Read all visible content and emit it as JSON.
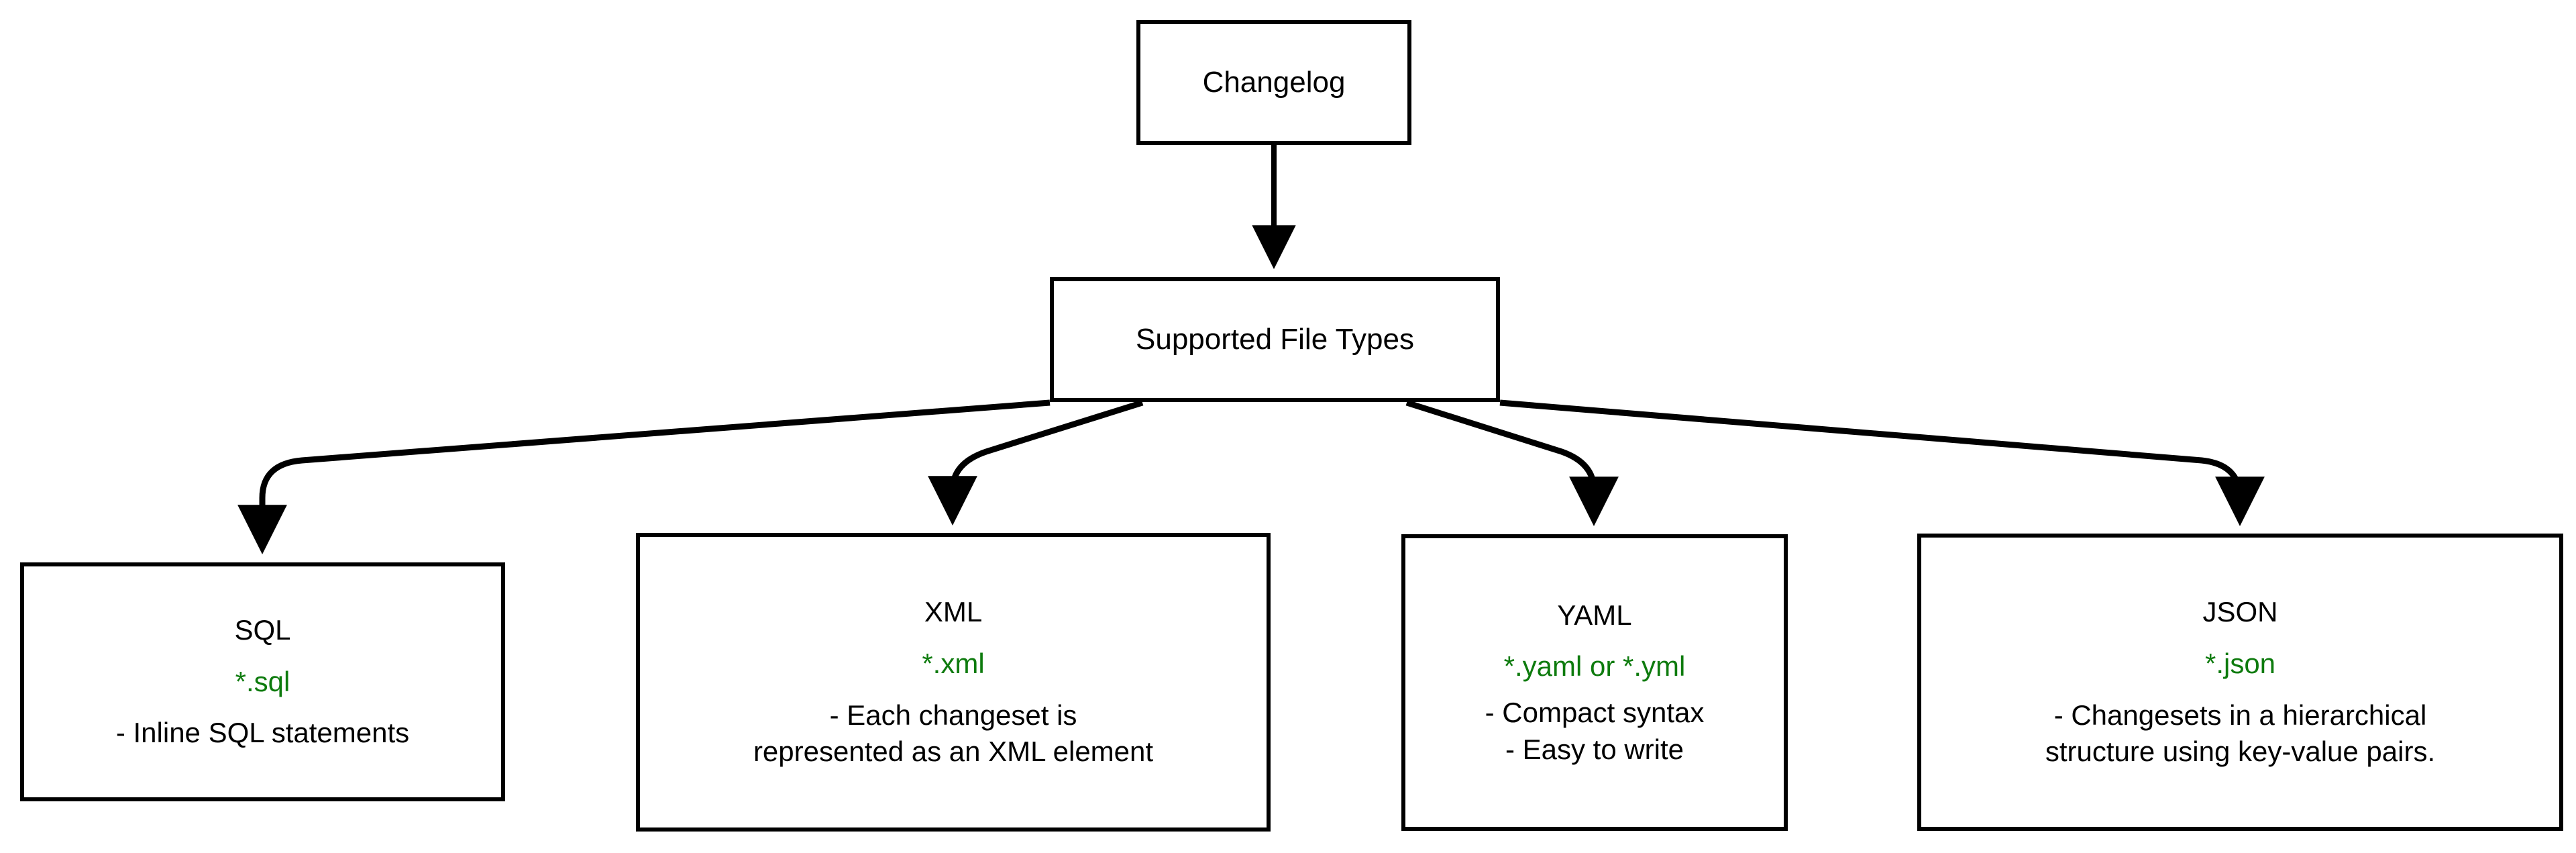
{
  "diagram": {
    "title": "Changelog Supported File Types",
    "type": "flowchart",
    "direction": "top-down",
    "edge_color": "#000000",
    "accent_color": "#0E7B0E",
    "node_border_color": "#000000",
    "background_color": "#FFFFFF"
  },
  "nodes": {
    "changelog": {
      "id": "changelog",
      "title": "Changelog"
    },
    "supported": {
      "id": "supported",
      "title": "Supported File Types"
    },
    "sql": {
      "id": "sql",
      "title": "SQL",
      "extension": "*.sql",
      "desc_line1": "- Inline SQL statements",
      "desc_line2": ""
    },
    "xml": {
      "id": "xml",
      "title": "XML",
      "extension": "*.xml",
      "desc_line1": "- Each changeset is",
      "desc_line2": "represented as an XML element"
    },
    "yaml": {
      "id": "yaml",
      "title": "YAML",
      "extension": "*.yaml or *.yml",
      "desc_line1": "- Compact syntax",
      "desc_line2": "- Easy to write"
    },
    "json": {
      "id": "json",
      "title": "JSON",
      "extension": "*.json",
      "desc_line1": "- Changesets in a hierarchical",
      "desc_line2": "structure using key-value pairs."
    }
  },
  "edges": [
    {
      "from": "changelog",
      "to": "supported",
      "arrow": true
    },
    {
      "from": "supported",
      "to": "sql",
      "arrow": true
    },
    {
      "from": "supported",
      "to": "xml",
      "arrow": true
    },
    {
      "from": "supported",
      "to": "yaml",
      "arrow": true
    },
    {
      "from": "supported",
      "to": "json",
      "arrow": true
    }
  ]
}
